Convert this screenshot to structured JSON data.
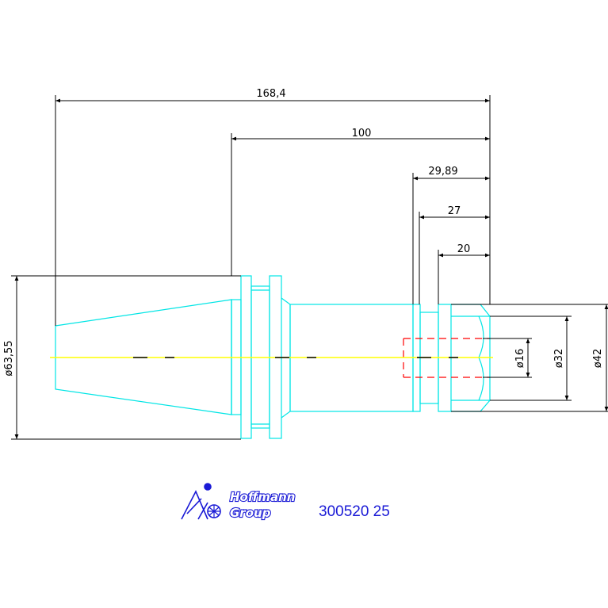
{
  "dimensions": {
    "overall_length": "168,4",
    "gauge_length": "100",
    "bore_depth_1": "29,89",
    "bore_depth_2": "27",
    "bore_depth_3": "20",
    "flange_diameter": "ø63,55",
    "bore_diameter": "ø16",
    "inner_diameter": "ø32",
    "outer_diameter": "ø42"
  },
  "brand": {
    "line1": "Hoffmann",
    "line2": "Group"
  },
  "part_number": "300520 25",
  "colors": {
    "outline": "#00e5e5",
    "dimension": "#000000",
    "centerline": "#ffff00",
    "hidden_line": "#ff0000",
    "brand": "#1a1ad6"
  },
  "icons": {
    "logo": "hoffmann-group-logo"
  }
}
